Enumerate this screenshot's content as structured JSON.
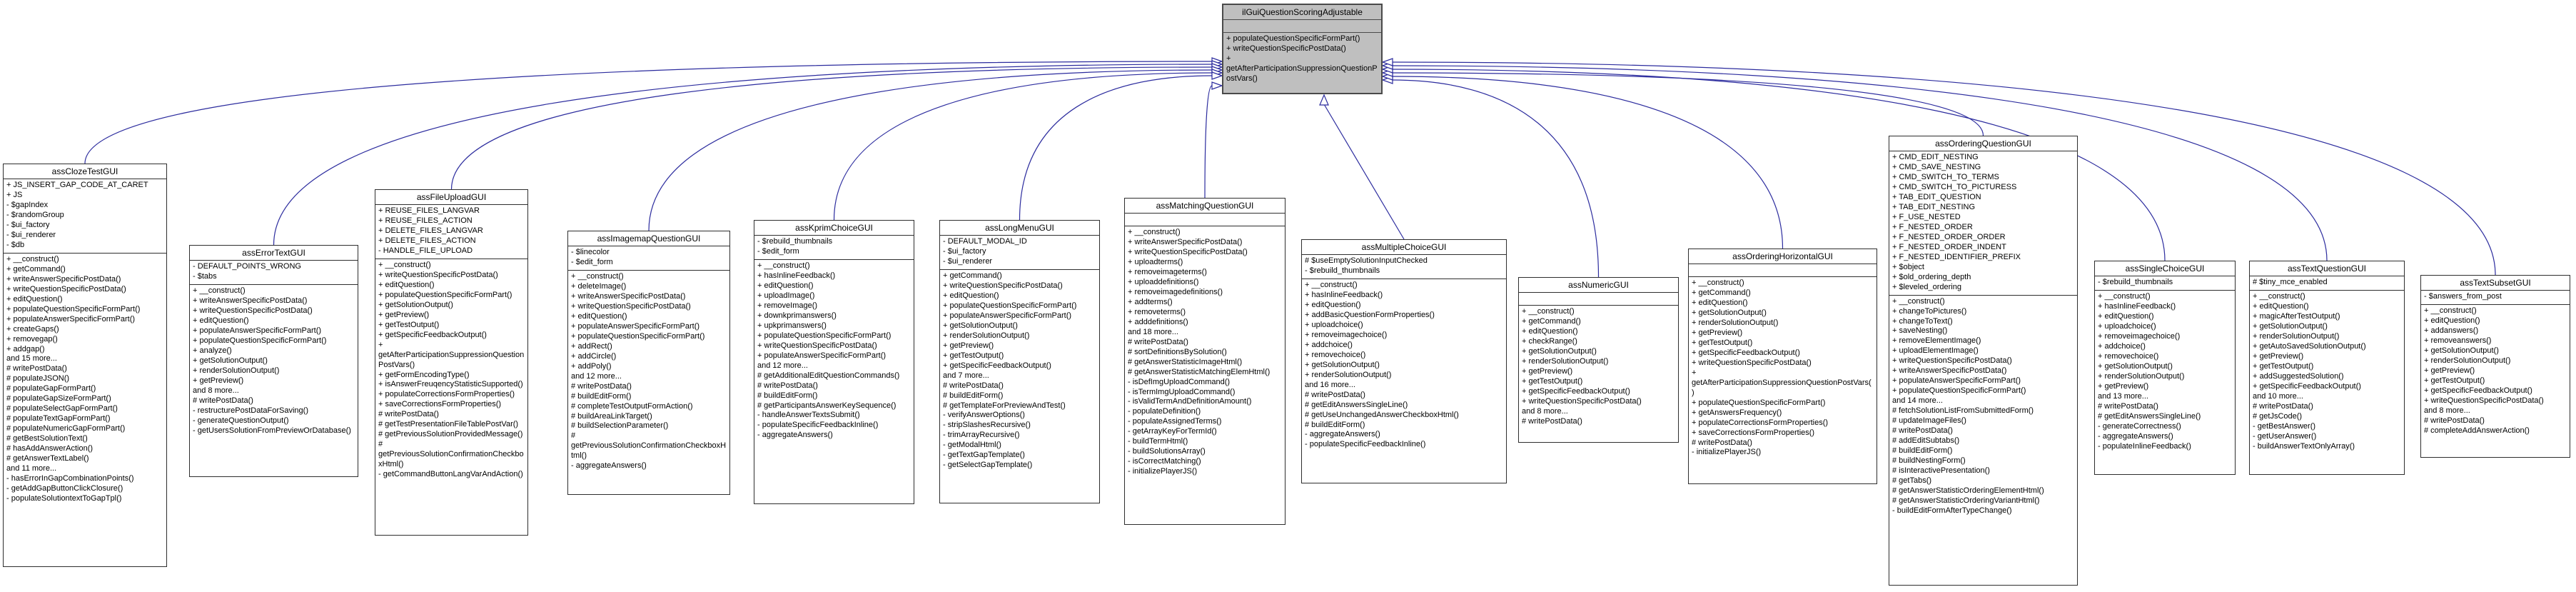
{
  "colors": {
    "edge": "#2c2c9e",
    "parent_fill": "#bfbfbf",
    "box_background": "#ffffff",
    "box_border": "#2e2e2e",
    "text": "#000000"
  },
  "parent_class": {
    "name": "ilGuiQuestionScoringAdjustable",
    "attributes": [],
    "methods": [
      "+ populateQuestionSpecificFormPart()",
      "+ writeQuestionSpecificPostData()",
      "+ getAfterParticipationSuppressionQuestionPostVars()"
    ]
  },
  "child_classes": [
    {
      "name": "assClozeTestGUI",
      "attributes": [
        "+ JS_INSERT_GAP_CODE_AT_CARET",
        "+ JS",
        "- $gapIndex",
        "- $randomGroup",
        "- $ui_factory",
        "- $ui_renderer",
        "- $db"
      ],
      "methods": [
        "+ __construct()",
        "+ getCommand()",
        "+ writeAnswerSpecificPostData()",
        "+ writeQuestionSpecificPostData()",
        "+ editQuestion()",
        "+ populateQuestionSpecificFormPart()",
        "+ populateAnswerSpecificFormPart()",
        "+ createGaps()",
        "+ removegap()",
        "+ addgap()",
        "and 15 more...",
        "# writePostData()",
        "# populateJSON()",
        "# populateGapFormPart()",
        "# populateGapSizeFormPart()",
        "# populateSelectGapFormPart()",
        "# populateTextGapFormPart()",
        "# populateNumericGapFormPart()",
        "# getBestSolutionText()",
        "# hasAddAnswerAction()",
        "# getAnswerTextLabel()",
        "and 11 more...",
        "- hasErrorInGapCombinationPoints()",
        "- getAddGapButtonClickClosure()",
        "- populateSolutiontextToGapTpl()"
      ]
    },
    {
      "name": "assErrorTextGUI",
      "attributes": [
        "- DEFAULT_POINTS_WRONG",
        "- $tabs"
      ],
      "methods": [
        "+ __construct()",
        "+ writeAnswerSpecificPostData()",
        "+ writeQuestionSpecificPostData()",
        "+ editQuestion()",
        "+ populateAnswerSpecificFormPart()",
        "+ populateQuestionSpecificFormPart()",
        "+ analyze()",
        "+ getSolutionOutput()",
        "+ renderSolutionOutput()",
        "+ getPreview()",
        "and 8 more...",
        "# writePostData()",
        "- restructurePostDataForSaving()",
        "- generateQuestionOutput()",
        "- getUsersSolutionFromPreviewOrDatabase()"
      ]
    },
    {
      "name": "assFileUploadGUI",
      "attributes": [
        "+ REUSE_FILES_LANGVAR",
        "+ REUSE_FILES_ACTION",
        "+ DELETE_FILES_LANGVAR",
        "+ DELETE_FILES_ACTION",
        "- HANDLE_FILE_UPLOAD"
      ],
      "methods": [
        "+ __construct()",
        "+ writeQuestionSpecificPostData()",
        "+ editQuestion()",
        "+ populateQuestionSpecificFormPart()",
        "+ getSolutionOutput()",
        "+ getPreview()",
        "+ getTestOutput()",
        "+ getSpecificFeedbackOutput()",
        "+ getAfterParticipationSuppressionQuestionPostVars()",
        "+ getFormEncodingType()",
        "+ isAnswerFreuqencyStatisticSupported()",
        "+ populateCorrectionsFormProperties()",
        "+ saveCorrectionsFormProperties()",
        "# writePostData()",
        "# getTestPresentationFileTablePostVar()",
        "# getPreviousSolutionProvidedMessage()",
        "# getPreviousSolutionConfirmationCheckboxHtml()",
        "- getCommandButtonLangVarAndAction()"
      ]
    },
    {
      "name": "assImagemapQuestionGUI",
      "attributes": [
        "- $linecolor",
        "- $edit_form"
      ],
      "methods": [
        "+ __construct()",
        "+ deleteImage()",
        "+ writeAnswerSpecificPostData()",
        "+ writeQuestionSpecificPostData()",
        "+ editQuestion()",
        "+ populateAnswerSpecificFormPart()",
        "+ populateQuestionSpecificFormPart()",
        "+ addRect()",
        "+ addCircle()",
        "+ addPoly()",
        "and 12 more...",
        "# writePostData()",
        "# buildEditForm()",
        "# completeTestOutputFormAction()",
        "# buildAreaLinkTarget()",
        "# buildSelectionParameter()",
        "# getPreviousSolutionConfirmationCheckboxHtml()",
        "- aggregateAnswers()"
      ]
    },
    {
      "name": "assKprimChoiceGUI",
      "attributes": [
        "- $rebuild_thumbnails",
        "- $edit_form"
      ],
      "methods": [
        "+ __construct()",
        "+ hasInlineFeedback()",
        "+ editQuestion()",
        "+ uploadImage()",
        "+ removeImage()",
        "+ downkprimanswers()",
        "+ upkprimanswers()",
        "+ populateQuestionSpecificFormPart()",
        "+ writeQuestionSpecificPostData()",
        "+ populateAnswerSpecificFormPart()",
        "and 12 more...",
        "# getAdditionalEditQuestionCommands()",
        "# writePostData()",
        "# buildEditForm()",
        "# getParticipantsAnswerKeySequence()",
        "- handleAnswerTextsSubmit()",
        "- populateSpecificFeedbackInline()",
        "- aggregateAnswers()"
      ]
    },
    {
      "name": "assLongMenuGUI",
      "attributes": [
        "- DEFAULT_MODAL_ID",
        "- $ui_factory",
        "- $ui_renderer"
      ],
      "methods": [
        "+ getCommand()",
        "+ writeQuestionSpecificPostData()",
        "+ editQuestion()",
        "+ populateQuestionSpecificFormPart()",
        "+ populateAnswerSpecificFormPart()",
        "+ getSolutionOutput()",
        "+ renderSolutionOutput()",
        "+ getPreview()",
        "+ getTestOutput()",
        "+ getSpecificFeedbackOutput()",
        "and 7 more...",
        "# writePostData()",
        "# buildEditForm()",
        "# getTemplateForPreviewAndTest()",
        "- verifyAnswerOptions()",
        "- stripSlashesRecursive()",
        "- trimArrayRecursive()",
        "- getModalHtml()",
        "- getTextGapTemplate()",
        "- getSelectGapTemplate()"
      ]
    },
    {
      "name": "assMatchingQuestionGUI",
      "attributes": [],
      "methods": [
        "+ __construct()",
        "+ writeAnswerSpecificPostData()",
        "+ writeQuestionSpecificPostData()",
        "+ uploadterms()",
        "+ removeimageterms()",
        "+ uploaddefinitions()",
        "+ removeimagedefinitions()",
        "+ addterms()",
        "+ removeterms()",
        "+ adddefinitions()",
        "and 18 more...",
        "# writePostData()",
        "# sortDefinitionsBySolution()",
        "# getAnswerStatisticImageHtml()",
        "# getAnswerStatisticMatchingElemHtml()",
        "- isDefImgUploadCommand()",
        "- isTermImgUploadCommand()",
        "- isValidTermAndDefinitionAmount()",
        "- populateDefinition()",
        "- populateAssignedTerms()",
        "- getArrayKeyForTermId()",
        "- buildTermHtml()",
        "- buildSolutionsArray()",
        "- isCorrectMatching()",
        "- initializePlayerJS()"
      ]
    },
    {
      "name": "assMultipleChoiceGUI",
      "attributes": [
        "# $useEmptySolutionInputChecked",
        "- $rebuild_thumbnails"
      ],
      "methods": [
        "+ __construct()",
        "+ hasInlineFeedback()",
        "+ editQuestion()",
        "+ addBasicQuestionFormProperties()",
        "+ uploadchoice()",
        "+ removeimagechoice()",
        "+ addchoice()",
        "+ removechoice()",
        "+ getSolutionOutput()",
        "+ renderSolutionOutput()",
        "and 16 more...",
        "# writePostData()",
        "# getEditAnswersSingleLine()",
        "# getUseUnchangedAnswerCheckboxHtml()",
        "# buildEditForm()",
        "- aggregateAnswers()",
        "- populateSpecificFeedbackInline()"
      ]
    },
    {
      "name": "assNumericGUI",
      "attributes": [],
      "methods": [
        "+ __construct()",
        "+ getCommand()",
        "+ editQuestion()",
        "+ checkRange()",
        "+ getSolutionOutput()",
        "+ renderSolutionOutput()",
        "+ getPreview()",
        "+ getTestOutput()",
        "+ getSpecificFeedbackOutput()",
        "+ writeQuestionSpecificPostData()",
        "and 8 more...",
        "# writePostData()"
      ]
    },
    {
      "name": "assOrderingHorizontalGUI",
      "attributes": [],
      "methods": [
        "+ __construct()",
        "+ getCommand()",
        "+ editQuestion()",
        "+ getSolutionOutput()",
        "+ renderSolutionOutput()",
        "+ getPreview()",
        "+ getTestOutput()",
        "+ getSpecificFeedbackOutput()",
        "+ writeQuestionSpecificPostData()",
        "+ getAfterParticipationSuppressionQuestionPostVars()",
        "+ populateQuestionSpecificFormPart()",
        "+ getAnswersFrequency()",
        "+ populateCorrectionsFormProperties()",
        "+ saveCorrectionsFormProperties()",
        "# writePostData()",
        "- initializePlayerJS()"
      ]
    },
    {
      "name": "assOrderingQuestionGUI",
      "attributes": [
        "+ CMD_EDIT_NESTING",
        "+ CMD_SAVE_NESTING",
        "+ CMD_SWITCH_TO_TERMS",
        "+ CMD_SWITCH_TO_PICTURESS",
        "+ TAB_EDIT_QUESTION",
        "+ TAB_EDIT_NESTING",
        "+ F_USE_NESTED",
        "+ F_NESTED_ORDER",
        "+ F_NESTED_ORDER_ORDER",
        "+ F_NESTED_ORDER_INDENT",
        "+ F_NESTED_IDENTIFIER_PREFIX",
        "+ $object",
        "+ $old_ordering_depth",
        "+ $leveled_ordering"
      ],
      "methods": [
        "+ __construct()",
        "+ changeToPictures()",
        "+ changeToText()",
        "+ saveNesting()",
        "+ removeElementImage()",
        "+ uploadElementImage()",
        "+ writeQuestionSpecificPostData()",
        "+ writeAnswerSpecificPostData()",
        "+ populateAnswerSpecificFormPart()",
        "+ populateQuestionSpecificFormPart()",
        "and 14 more...",
        "# fetchSolutionListFromSubmittedForm()",
        "# updateImageFiles()",
        "# writePostData()",
        "# addEditSubtabs()",
        "# buildEditForm()",
        "# buildNestingForm()",
        "# isInteractivePresentation()",
        "# getTabs()",
        "# getAnswerStatisticOrderingElementHtml()",
        "# getAnswerStatisticOrderingVariantHtml()",
        "- buildEditFormAfterTypeChange()"
      ]
    },
    {
      "name": "assSingleChoiceGUI",
      "attributes": [
        "- $rebuild_thumbnails"
      ],
      "methods": [
        "+ __construct()",
        "+ hasInlineFeedback()",
        "+ editQuestion()",
        "+ uploadchoice()",
        "+ removeimagechoice()",
        "+ addchoice()",
        "+ removechoice()",
        "+ getSolutionOutput()",
        "+ renderSolutionOutput()",
        "+ getPreview()",
        "and 13 more...",
        "# writePostData()",
        "# getEditAnswersSingleLine()",
        "- generateCorrectness()",
        "- aggregateAnswers()",
        "- populateInlineFeedback()"
      ]
    },
    {
      "name": "assTextQuestionGUI",
      "attributes": [
        "# $tiny_mce_enabled"
      ],
      "methods": [
        "+ __construct()",
        "+ editQuestion()",
        "+ magicAfterTestOutput()",
        "+ getSolutionOutput()",
        "+ renderSolutionOutput()",
        "+ getAutoSavedSolutionOutput()",
        "+ getPreview()",
        "+ getTestOutput()",
        "+ addSuggestedSolution()",
        "+ getSpecificFeedbackOutput()",
        "and 10 more...",
        "# writePostData()",
        "# getJsCode()",
        "- getBestAnswer()",
        "- getUserAnswer()",
        "- buildAnswerTextOnlyArray()"
      ]
    },
    {
      "name": "assTextSubsetGUI",
      "attributes": [
        "- $answers_from_post"
      ],
      "methods": [
        "+ __construct()",
        "+ editQuestion()",
        "+ addanswers()",
        "+ removeanswers()",
        "+ getSolutionOutput()",
        "+ renderSolutionOutput()",
        "+ getPreview()",
        "+ getTestOutput()",
        "+ getSpecificFeedbackOutput()",
        "+ writeQuestionSpecificPostData()",
        "and 8 more...",
        "# writePostData()",
        "# completeAddAnswerAction()"
      ]
    }
  ]
}
